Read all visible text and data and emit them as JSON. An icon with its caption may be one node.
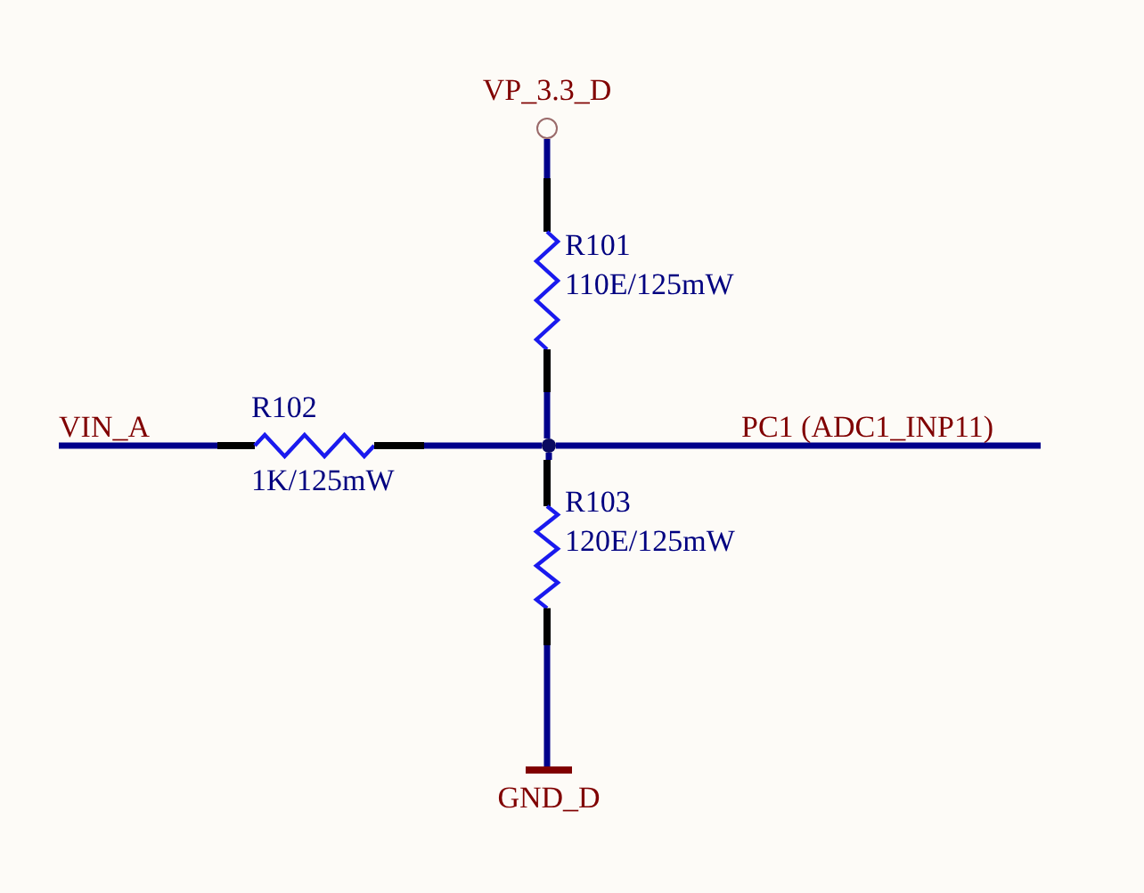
{
  "diagram": {
    "nodes": [
      {
        "text": [
          "VP_3.3_D"
        ]
      },
      {
        "text": [
          "R101",
          "110E/125mW"
        ]
      },
      {
        "text": [
          "VIN_A"
        ]
      },
      {
        "text": [
          "R102",
          "1K/125mW"
        ]
      },
      {
        "text": [],
        "shape": "circle"
      },
      {
        "text": [
          "PC1 (ADC1_INP11)"
        ]
      },
      {
        "text": [
          "R103",
          "120E/125mW"
        ]
      },
      {
        "text": [
          "GND_D"
        ]
      }
    ],
    "edges": [
      {
        "from": 0,
        "to": 1,
        "arrow": "none"
      },
      {
        "from": 1,
        "to": 4,
        "arrow": "none"
      },
      {
        "from": 2,
        "to": 3,
        "arrow": "none"
      },
      {
        "from": 3,
        "to": 4,
        "arrow": "none"
      },
      {
        "from": 4,
        "to": 5,
        "arrow": "none"
      },
      {
        "from": 4,
        "to": 6,
        "arrow": "none"
      },
      {
        "from": 6,
        "to": 7,
        "arrow": "none"
      }
    ]
  }
}
